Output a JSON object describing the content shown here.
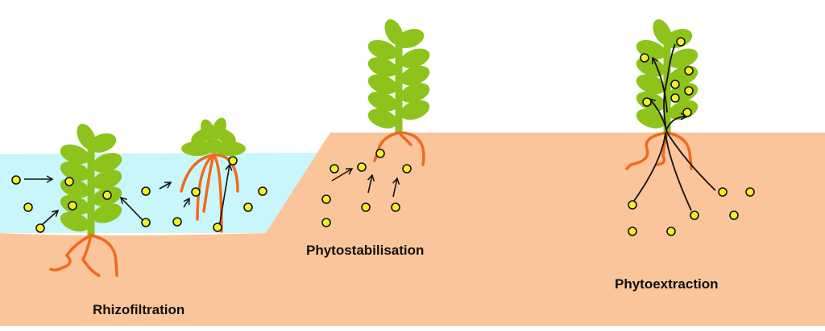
{
  "labels": {
    "rhizofiltration": "Rhizofiltration",
    "phytostabilisation": "Phytostabilisation",
    "phytoextraction": "Phytoextraction"
  },
  "colors": {
    "soil": "#fac59b",
    "water": "#c9f6fb",
    "leaf": "#8ec31c",
    "root": "#ee6a1e",
    "contaminant": "#f4ee2a",
    "arrow": "#111111"
  }
}
